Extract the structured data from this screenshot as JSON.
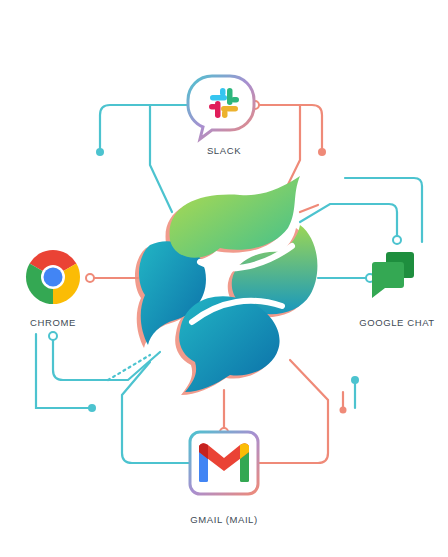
{
  "diagram": {
    "nodes": [
      {
        "text": [
          "SLACK"
        ]
      },
      {
        "text": [
          "CHROME"
        ]
      },
      {
        "text": [
          "GOOGLE CHAT"
        ]
      },
      {
        "text": [
          "GMAIL (MAIL)"
        ]
      }
    ]
  }
}
